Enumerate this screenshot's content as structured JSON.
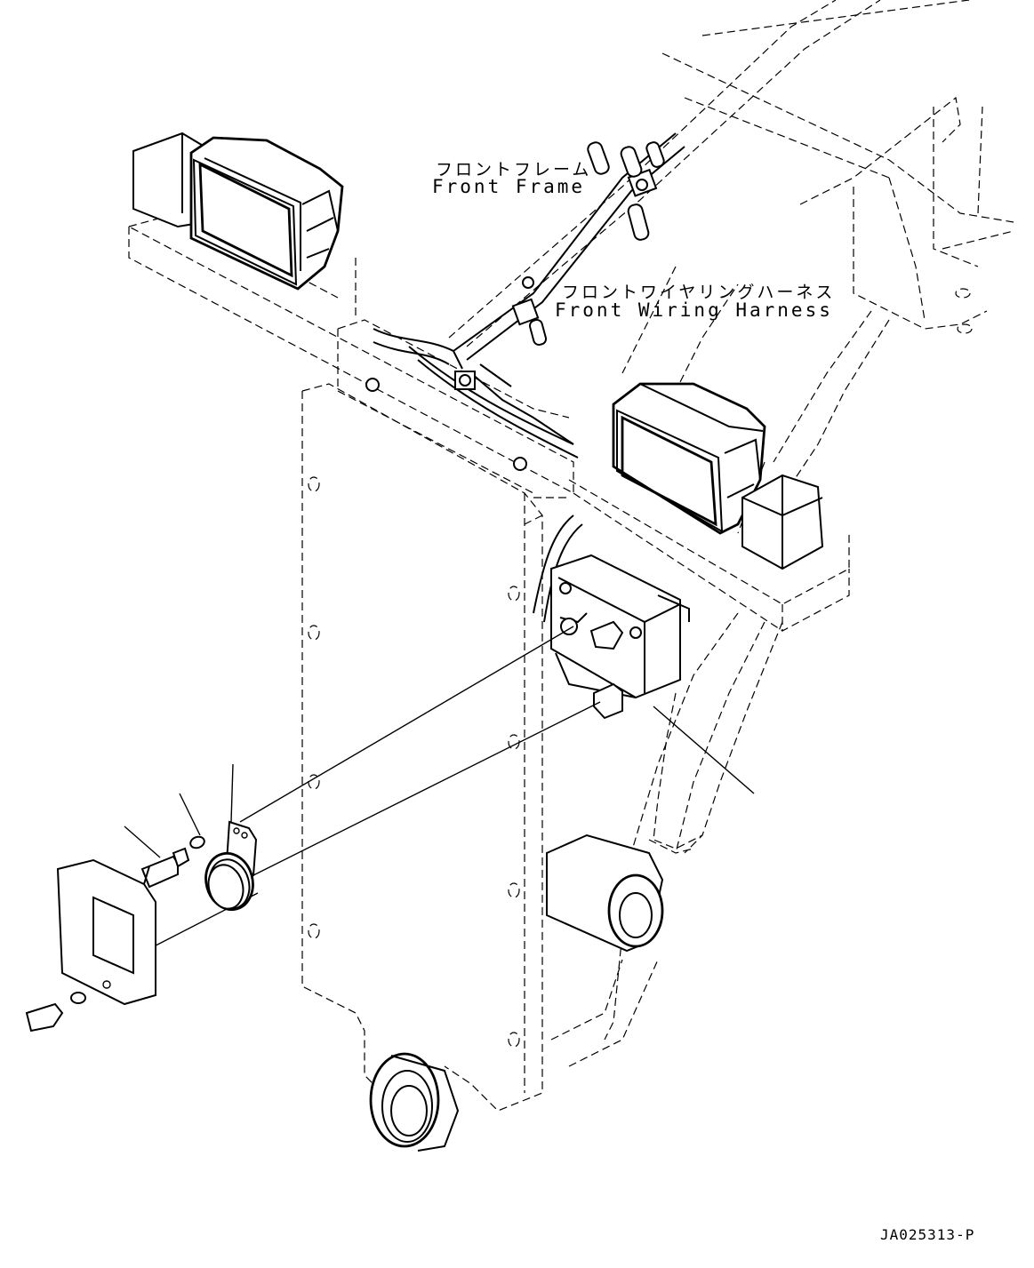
{
  "labels": {
    "front_frame_jp": "フロントフレーム",
    "front_frame_en": "Front Frame",
    "front_harness_jp": "フロントワイヤリングハーネス",
    "front_harness_en": "Front Wiring Harness"
  },
  "drawing_code": "JA025313-P",
  "colors": {
    "line": "#000000",
    "background": "#ffffff"
  }
}
